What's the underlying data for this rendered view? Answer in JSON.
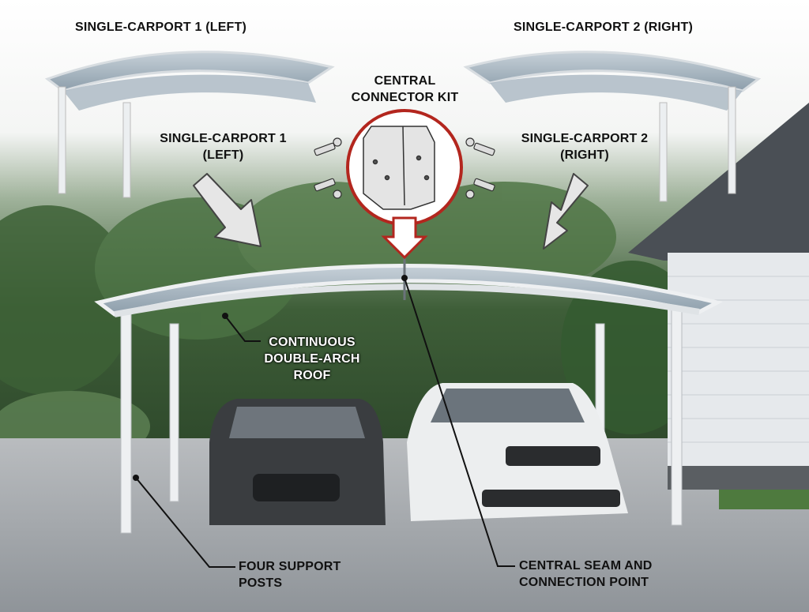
{
  "labels": {
    "top_left": "SINGLE-CARPORT 1 (LEFT)",
    "top_right": "SINGLE-CARPORT 2 (RIGHT)",
    "connector_kit": [
      "CENTRAL",
      "CONNECTOR KIT"
    ],
    "mid_left": [
      "SINGLE-CARPORT 1",
      "(LEFT)"
    ],
    "mid_right": [
      "SINGLE-CARPORT 2",
      "(RIGHT)"
    ],
    "roof": [
      "CONTINUOUS",
      "DOUBLE-ARCH",
      "ROOF"
    ],
    "posts": [
      "FOUR SUPPORT",
      "POSTS"
    ],
    "seam": [
      "CENTRAL SEAM AND",
      "CONNECTION POINT"
    ]
  },
  "colors": {
    "connector_circle": "#b3261e",
    "roof_frame": "#e9ecee",
    "roof_panel": "#9fb0bc",
    "foliage": "#3f6a3a",
    "ground": "#a8acb0"
  }
}
